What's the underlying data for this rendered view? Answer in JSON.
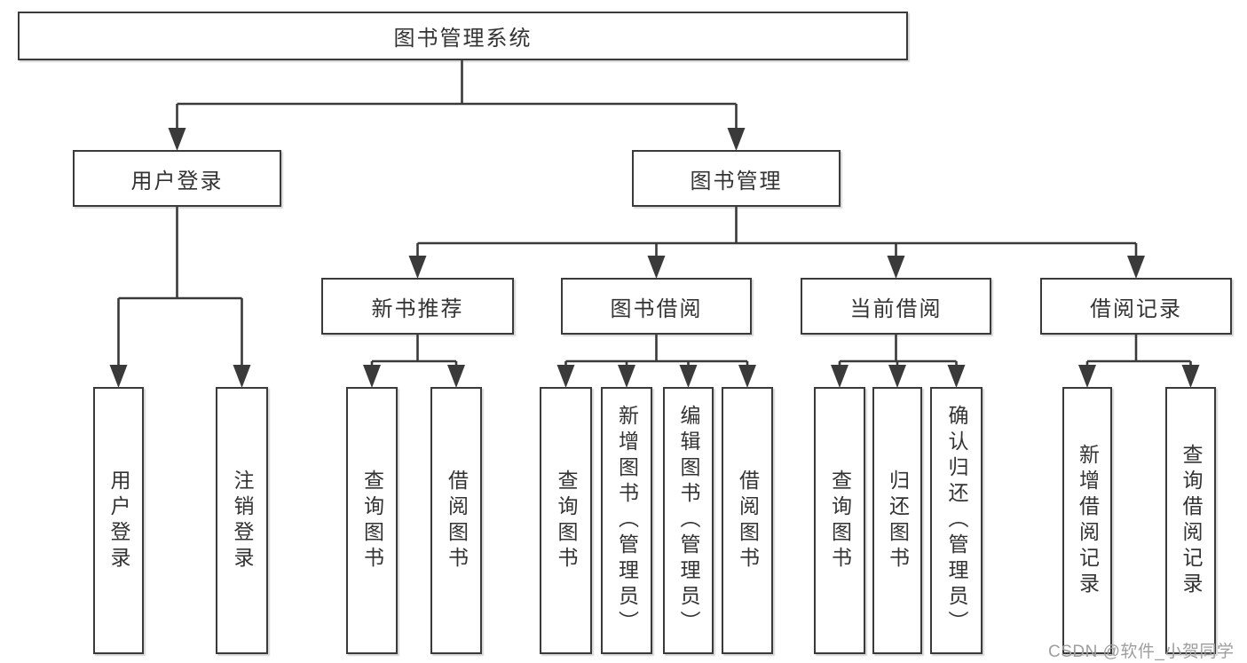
{
  "tree": {
    "label": "图书管理系统",
    "children": [
      {
        "label": "用户登录",
        "children": [
          {
            "label": "用户登录"
          },
          {
            "label": "注销登录"
          }
        ]
      },
      {
        "label": "图书管理",
        "children": [
          {
            "label": "新书推荐",
            "children": [
              {
                "label": "查询图书"
              },
              {
                "label": "借阅图书"
              }
            ]
          },
          {
            "label": "图书借阅",
            "children": [
              {
                "label": "查询图书"
              },
              {
                "label": "新增图书（管理员）"
              },
              {
                "label": "编辑图书（管理员）"
              },
              {
                "label": "借阅图书"
              }
            ]
          },
          {
            "label": "当前借阅",
            "children": [
              {
                "label": "查询图书"
              },
              {
                "label": "归还图书"
              },
              {
                "label": "确认归还（管理员）"
              }
            ]
          },
          {
            "label": "借阅记录",
            "children": [
              {
                "label": "新增借阅记录"
              },
              {
                "label": "查询借阅记录"
              }
            ]
          }
        ]
      }
    ]
  },
  "watermark": {
    "text": "CSDN @软件_小贺同学"
  },
  "colors": {
    "line": "#3a3a3a",
    "box_border": "#3a3a3a",
    "text": "#333333",
    "watermark": "#9e9e9e",
    "background": "#ffffff"
  }
}
